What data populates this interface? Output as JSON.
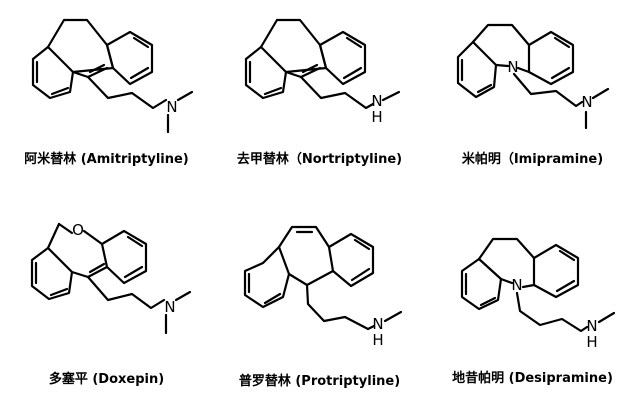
{
  "figure": {
    "compounds": [
      {
        "caption": "阿米替林 (Amitriptyline)",
        "atoms": {
          "n": "N"
        }
      },
      {
        "caption": "去甲替林（Nortriptyline)",
        "atoms": {
          "nh": "N",
          "h": "H"
        }
      },
      {
        "caption": "米帕明（Imipramine)",
        "atoms": {
          "ring_n": "N",
          "n": "N"
        }
      },
      {
        "caption": "多塞平 (Doxepin)",
        "atoms": {
          "o": "O",
          "n": "N"
        }
      },
      {
        "caption": "普罗替林 (Protriptyline)",
        "atoms": {
          "nh": "N",
          "h": "H"
        }
      },
      {
        "caption": "地昔帕明 (Desipramine)",
        "atoms": {
          "ring_n": "N",
          "nh": "N",
          "h": "H"
        }
      }
    ]
  }
}
